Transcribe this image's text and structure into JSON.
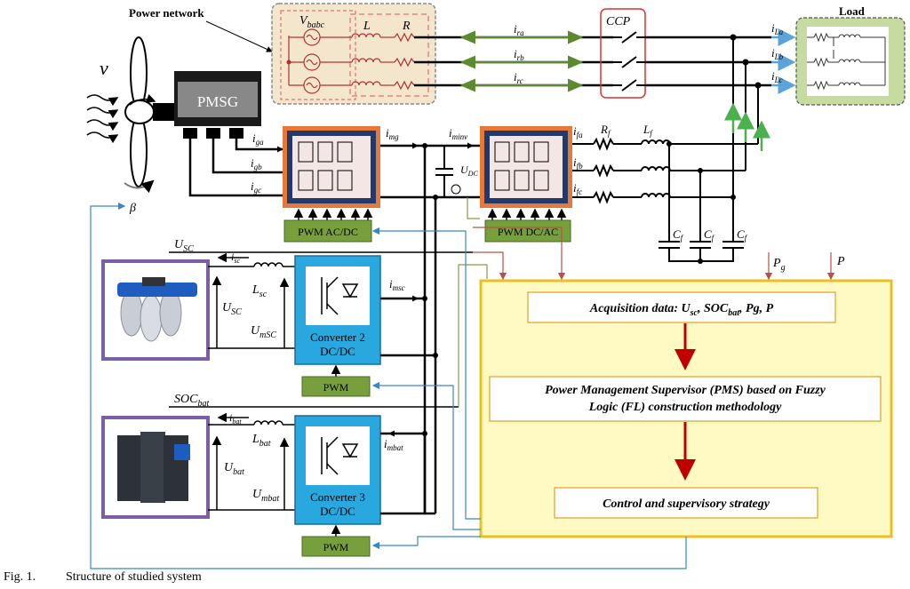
{
  "labels": {
    "power_network": "Power network",
    "load": "Load",
    "wind_speed": "v",
    "pitch": "β",
    "pmsg": "PMSG",
    "ccp": "CCP",
    "v_babc_main": "V",
    "v_babc_sub": "babc",
    "inductor_L": "L",
    "resistor_R": "R",
    "i_ra": "i",
    "i_ra_sub": "ra",
    "i_rb": "i",
    "i_rb_sub": "rb",
    "i_rc": "i",
    "i_rc_sub": "rc",
    "i_La": "i",
    "i_La_sub": "La",
    "i_Lb": "i",
    "i_Lb_sub": "Lb",
    "i_Lc": "i",
    "i_Lc_sub": "Lc",
    "i_ga": "i",
    "i_ga_sub": "ga",
    "i_gb": "i",
    "i_gb_sub": "gb",
    "i_gc": "i",
    "i_gc_sub": "gc",
    "i_mg": "i",
    "i_mg_sub": "mg",
    "i_minv": "i",
    "i_minv_sub": "minv",
    "u_dc": "U",
    "u_dc_sub": "DC",
    "i_fa": "i",
    "i_fa_sub": "fa",
    "i_fb": "i",
    "i_fb_sub": "fb",
    "i_fc": "i",
    "i_fc_sub": "fc",
    "r_f": "R",
    "r_f_sub": "f",
    "l_f": "L",
    "l_f_sub": "f",
    "c_f": "C",
    "c_f_sub": "f",
    "pwm_acdc": "PWM AC/DC",
    "pwm_dcac": "PWM DC/AC",
    "u_sc_top": "U",
    "u_sc_top_sub": "SC",
    "i_sc": "i",
    "i_sc_sub": "sc",
    "l_sc": "L",
    "l_sc_sub": "sc",
    "u_sc": "U",
    "u_sc_sub": "SC",
    "u_msc": "U",
    "u_msc_sub": "mSC",
    "i_msc": "i",
    "i_msc_sub": "msc",
    "converter2_line1": "Converter 2",
    "converter2_line2": "DC/DC",
    "pwm2": "PWM",
    "soc_bat": "SOC",
    "soc_bat_sub": "bat",
    "i_bat": "i",
    "i_bat_sub": "bat",
    "l_bat": "L",
    "l_bat_sub": "bat",
    "u_bat": "U",
    "u_bat_sub": "bat",
    "u_mbat": "U",
    "u_mbat_sub": "mbat",
    "i_mbat": "i",
    "i_mbat_sub": "mbat",
    "converter3_line1": "Converter 3",
    "converter3_line2": "DC/DC",
    "pwm3": "PWM",
    "p_g": "P",
    "p_g_sub": "g",
    "p": "P",
    "acq_part1": "Acquisition data: U",
    "acq_sub1": "sc",
    "acq_part2": ", SOC",
    "acq_sub2": "bat",
    "acq_part3": ", Pg, P",
    "pms_line1": "Power Management Supervisor (PMS) based on Fuzzy",
    "pms_line2": "Logic (FL) construction methodology",
    "control": "Control and supervisory strategy"
  },
  "caption": {
    "number": "Fig. 1.",
    "text": "Structure of studied system"
  },
  "colors": {
    "supervisor_fill": "#fff9c4",
    "supervisor_border": "#e8c21a",
    "red_arrow": "#c00000",
    "converter_fill": "#29a8e0",
    "pwm_fill": "#77a03d",
    "inverter_border": "#e8773a",
    "inverter_inner": "#223a6b",
    "storage_frame": "#7b5ea6",
    "network_fill": "#f4e6cc",
    "load_fill": "#c5dba0",
    "ccp_red": "#e03030",
    "signal_blue": "#3a86c8",
    "signal_olive": "#8c9a45",
    "signal_brown": "#b2534a",
    "green_arrow": "#4caf50"
  }
}
